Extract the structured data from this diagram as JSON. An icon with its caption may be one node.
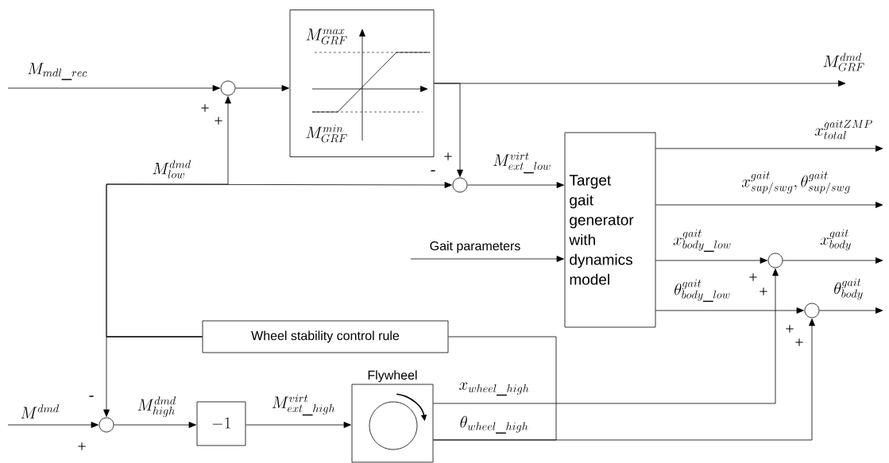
{
  "diagram": {
    "nodes": [
      {
        "text": [],
        "shape": "circle"
      },
      {
        "text": [
          "M_{GRF}^{max}",
          "M_{GRF}^{min}"
        ]
      },
      {
        "text": [],
        "shape": "circle"
      },
      {
        "text": [
          "Target gait generator with dynamics model"
        ]
      },
      {
        "text": [],
        "shape": "circle"
      },
      {
        "text": [],
        "shape": "circle"
      },
      {
        "text": [
          "Wheel stability control rule"
        ]
      },
      {
        "text": [],
        "shape": "circle"
      },
      {
        "text": [
          "-1"
        ]
      },
      {
        "text": [],
        "shape": "box",
        "beside": [
          "Flywheel"
        ]
      }
    ],
    "edges": [
      {
        "from": null,
        "to": 0,
        "arrow": "to",
        "label": "M_{mdl\\_rec}"
      },
      {
        "from": 0,
        "to": 1,
        "arrow": "to"
      },
      {
        "from": 1,
        "to": null,
        "arrow": "to",
        "label": "M_{GRF}^{dmd}"
      },
      {
        "from": 1,
        "to": 2,
        "arrow": "to"
      },
      {
        "from": 6,
        "to": 0,
        "arrow": "to"
      },
      {
        "from": 6,
        "to": 2,
        "arrow": "to",
        "label": "M_{low}^{dmd}"
      },
      {
        "from": 6,
        "to": 7,
        "arrow": "to"
      },
      {
        "from": 2,
        "to": 3,
        "arrow": "to",
        "label": "M_{ext\\_low}^{virt}"
      },
      {
        "from": null,
        "to": 3,
        "arrow": "to",
        "label": "Gait parameters"
      },
      {
        "from": 3,
        "to": null,
        "arrow": "to",
        "label": "x_{total}^{gaitZMP}"
      },
      {
        "from": 3,
        "to": null,
        "arrow": "to",
        "label": "x_{sup/swg}^{gait},\\theta_{sup/swg}^{gait}"
      },
      {
        "from": 3,
        "to": 4,
        "arrow": "to",
        "label": "x_{body\\_low}^{gait}"
      },
      {
        "from": 4,
        "to": null,
        "arrow": "to",
        "label": "x_{body}^{gait}"
      },
      {
        "from": 3,
        "to": 5,
        "arrow": "to",
        "label": "\\theta_{body\\_low}^{gait}"
      },
      {
        "from": 5,
        "to": null,
        "arrow": "to",
        "label": "\\theta_{body}^{gait}"
      },
      {
        "from": null,
        "to": 7,
        "arrow": "to",
        "label": "M^{dmd}"
      },
      {
        "from": 7,
        "to": 8,
        "arrow": "to",
        "label": "M_{high}^{dmd}"
      },
      {
        "from": 8,
        "to": 9,
        "arrow": "to",
        "label": "M_{ext\\_high}^{virt}"
      },
      {
        "from": 9,
        "to": 4,
        "arrow": "to",
        "label": "x_{wheel\\_high}"
      },
      {
        "from": 9,
        "to": 5,
        "arrow": "to",
        "label": "\\theta_{wheel\\_high}"
      },
      {
        "from": 9,
        "to": 6,
        "arrow": "none"
      }
    ],
    "labels": [
      "+",
      "+",
      "+",
      "-",
      "+",
      "+",
      "+",
      "+",
      "-",
      "+"
    ]
  }
}
